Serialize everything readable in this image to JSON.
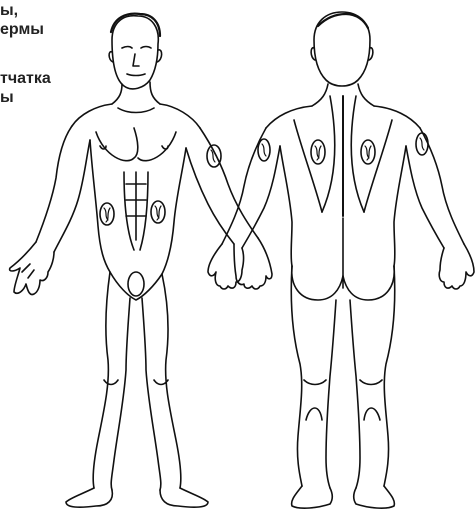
{
  "labels": {
    "line_1": "ы,",
    "line_2": "ермы",
    "line_3": "тчатка",
    "line_4": "ы"
  },
  "colors": {
    "ink": "#111111",
    "text": "#222222",
    "background": "#ffffff"
  }
}
